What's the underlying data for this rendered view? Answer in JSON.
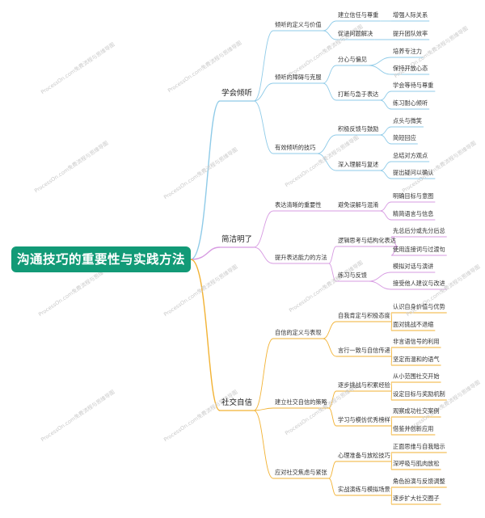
{
  "root": "沟通技巧的重要性与实践方法",
  "watermark": "ProcessOn.com免费流程与思维导图",
  "colors": {
    "root_bg": "#129a77",
    "branch_1": "#8fcbe8",
    "branch_2": "#d79be2",
    "branch_3": "#f2b233"
  },
  "branches": [
    {
      "label": "学会倾听",
      "children": [
        {
          "label": "倾听的定义与价值",
          "children": [
            {
              "label": "建立信任与尊重",
              "children": [
                "增强人际关系"
              ]
            },
            {
              "label": "促进问题解决",
              "children": [
                "提升团队效率"
              ]
            }
          ]
        },
        {
          "label": "倾听的障碍与克服",
          "children": [
            {
              "label": "分心与偏见",
              "children": [
                "培养专注力",
                "保持开放心态"
              ]
            },
            {
              "label": "打断与急于表达",
              "children": [
                "学会等待与尊重",
                "练习耐心倾听"
              ]
            }
          ]
        },
        {
          "label": "有效倾听的技巧",
          "children": [
            {
              "label": "积极反馈与鼓励",
              "children": [
                "点头与微笑",
                "简短回应"
              ]
            },
            {
              "label": "深入理解与复述",
              "children": [
                "总结对方观点",
                "提出疑问以确认"
              ]
            }
          ]
        }
      ]
    },
    {
      "label": "简洁明了",
      "children": [
        {
          "label": "表达清晰的重要性",
          "children": [
            {
              "label": "避免误解与混淆",
              "children": [
                "明确目标与意图",
                "精简语言与信息"
              ]
            }
          ]
        },
        {
          "label": "提升表达能力的方法",
          "children": [
            {
              "label": "逻辑思考与结构化表达",
              "children": [
                "先总后分或先分后总",
                "使用连接词与过渡句"
              ]
            },
            {
              "label": "练习与反馈",
              "children": [
                "模拟对话与演讲",
                "接受他人建议与改进"
              ]
            }
          ]
        }
      ]
    },
    {
      "label": "社交自信",
      "children": [
        {
          "label": "自信的定义与表现",
          "children": [
            {
              "label": "自我肯定与积极态度",
              "children": [
                "认识自身价值与优势",
                "面对挑战不退缩"
              ]
            },
            {
              "label": "言行一致与自信传递",
              "children": [
                "非言语信号的利用",
                "坚定而温和的语气"
              ]
            }
          ]
        },
        {
          "label": "建立社交自信的策略",
          "children": [
            {
              "label": "逐步挑战与积累经验",
              "children": [
                "从小范围社交开始",
                "设定目标与奖励机制"
              ]
            },
            {
              "label": "学习与模仿优秀榜样",
              "children": [
                "观察成功社交案例",
                "借鉴并创新应用"
              ]
            }
          ]
        },
        {
          "label": "应对社交焦虑与紧张",
          "children": [
            {
              "label": "心理准备与放松技巧",
              "children": [
                "正面思维与自我暗示",
                "深呼吸与肌肉放松"
              ]
            },
            {
              "label": "实战演练与模拟场景",
              "children": [
                "角色扮演与反馈调整",
                "逐步扩大社交圈子"
              ]
            }
          ]
        }
      ]
    }
  ]
}
